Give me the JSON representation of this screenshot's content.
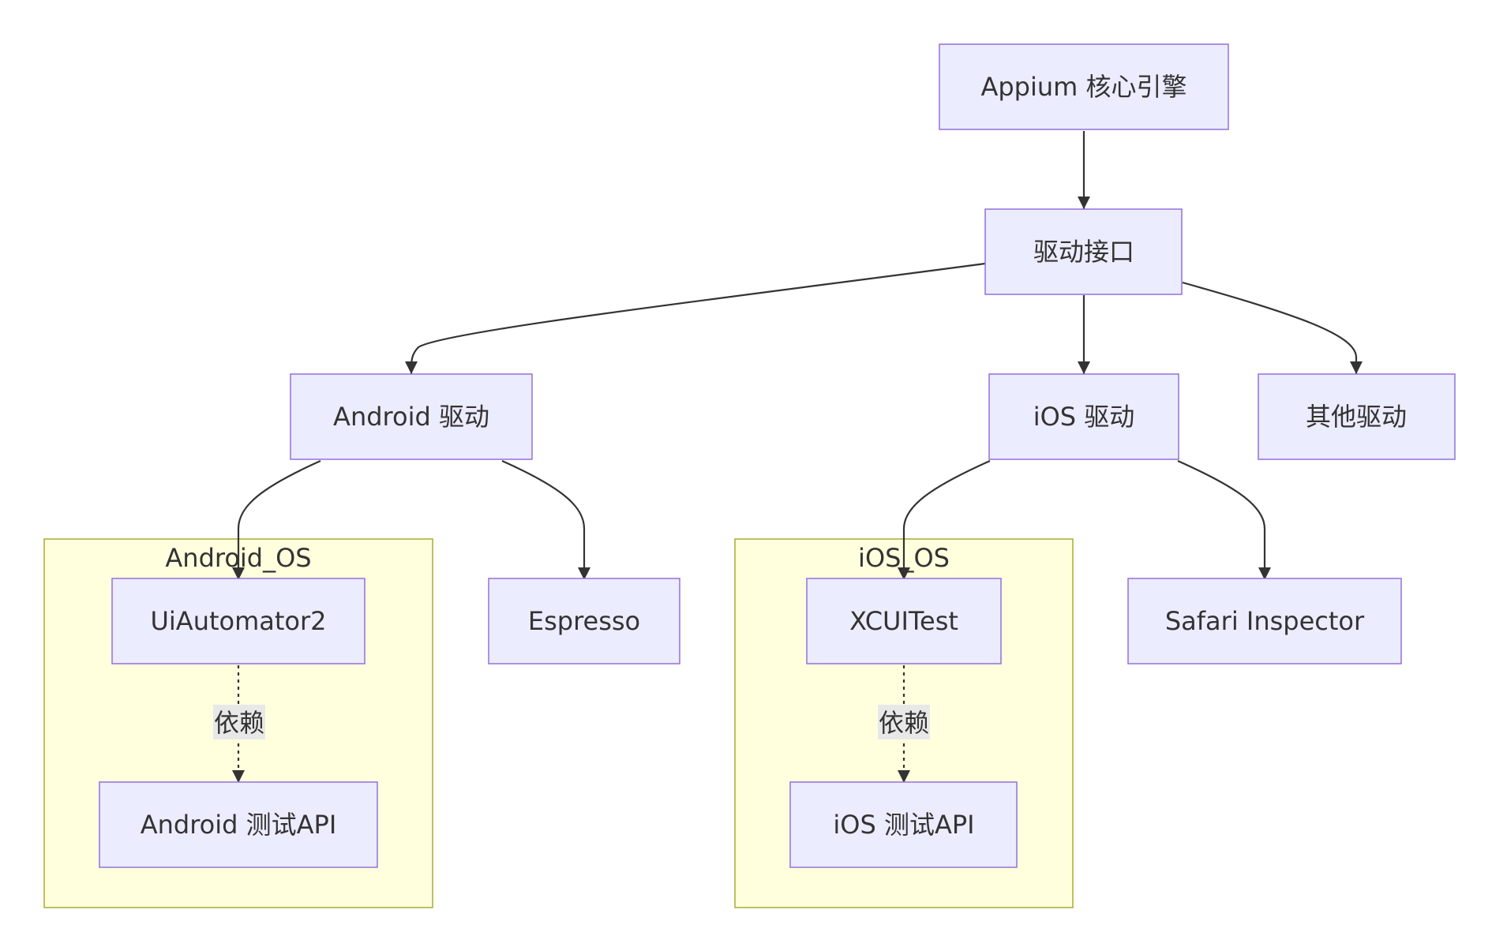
{
  "clusters": {
    "android_os": {
      "label": "Android_OS"
    },
    "ios_os": {
      "label": "iOS_OS"
    }
  },
  "nodes": {
    "appium_core": "Appium 核心引擎",
    "driver_interface": "驱动接口",
    "android_driver": "Android 驱动",
    "ios_driver": "iOS 驱动",
    "other_drivers": "其他驱动",
    "uiautomator2": "UiAutomator2",
    "espresso": "Espresso",
    "xcuitest": "XCUITest",
    "safari_inspector": "Safari Inspector",
    "android_test_api": "Android 测试API",
    "ios_test_api": "iOS 测试API"
  },
  "edge_labels": {
    "uiautomator2_to_android_api": "依赖",
    "xcuitest_to_ios_api": "依赖"
  },
  "colors": {
    "node_fill": "#ECECFF",
    "node_stroke": "#9370DB",
    "cluster_fill": "#FFFFDE",
    "cluster_stroke": "#AAAA33",
    "edge": "#333333",
    "text": "#333333"
  }
}
